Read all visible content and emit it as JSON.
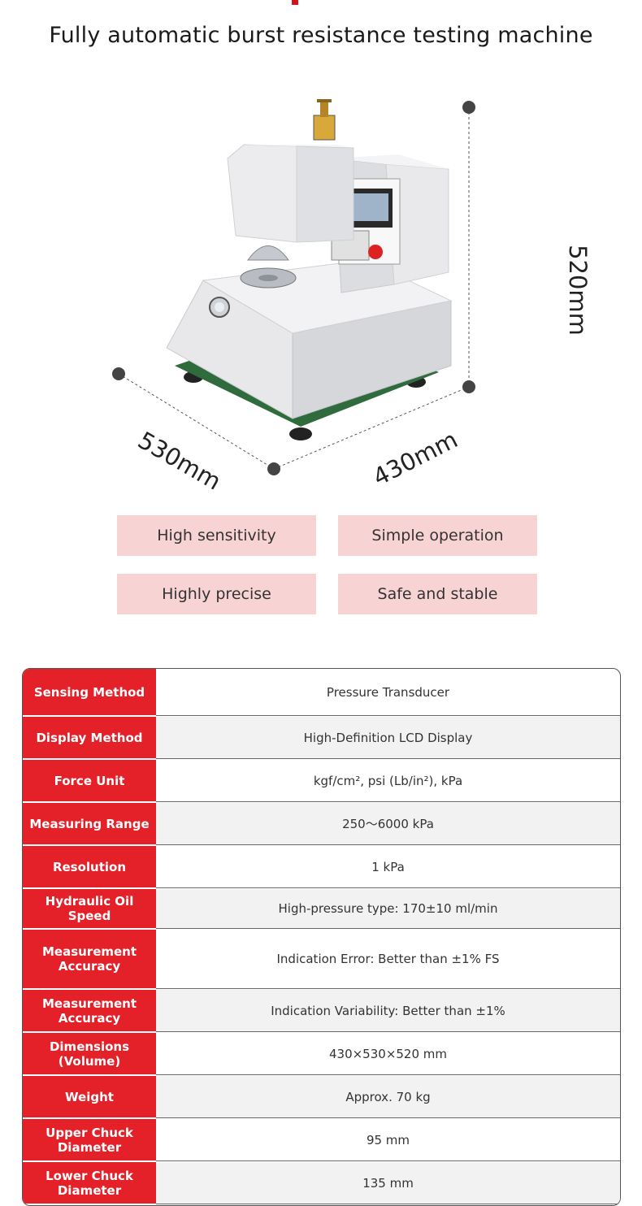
{
  "title": "Fully automatic burst resistance testing machine",
  "dimensions": {
    "height": "520mm",
    "width": "530mm",
    "depth": "430mm"
  },
  "features": [
    "High sensitivity",
    "Simple operation",
    "Highly precise",
    "Safe and stable"
  ],
  "specs": [
    {
      "label": "Sensing Method",
      "value": "Pressure Transducer"
    },
    {
      "label": "Display Method",
      "value": "High-Definition LCD Display"
    },
    {
      "label": "Force Unit",
      "value": "kgf/cm², psi (Lb/in²), kPa"
    },
    {
      "label": "Measuring Range",
      "value": "250～6000 kPa"
    },
    {
      "label": "Resolution",
      "value": "1 kPa"
    },
    {
      "label": "Hydraulic Oil Speed",
      "value": "High-pressure type: 170±10 ml/min"
    },
    {
      "label": "Measurement Accuracy",
      "value": "Indication Error: Better than ±1% FS"
    },
    {
      "label": "Measurement Accuracy",
      "value": "Indication Variability: Better than ±1%"
    },
    {
      "label": "Dimensions (Volume)",
      "value": "430×530×520 mm"
    },
    {
      "label": "Weight",
      "value": "Approx. 70 kg"
    },
    {
      "label": "Upper Chuck Diameter",
      "value": "95 mm"
    },
    {
      "label": "Lower Chuck Diameter",
      "value": "135 mm"
    }
  ],
  "colors": {
    "accent_red": "#e42029",
    "feature_pink": "#f8d3d3"
  }
}
